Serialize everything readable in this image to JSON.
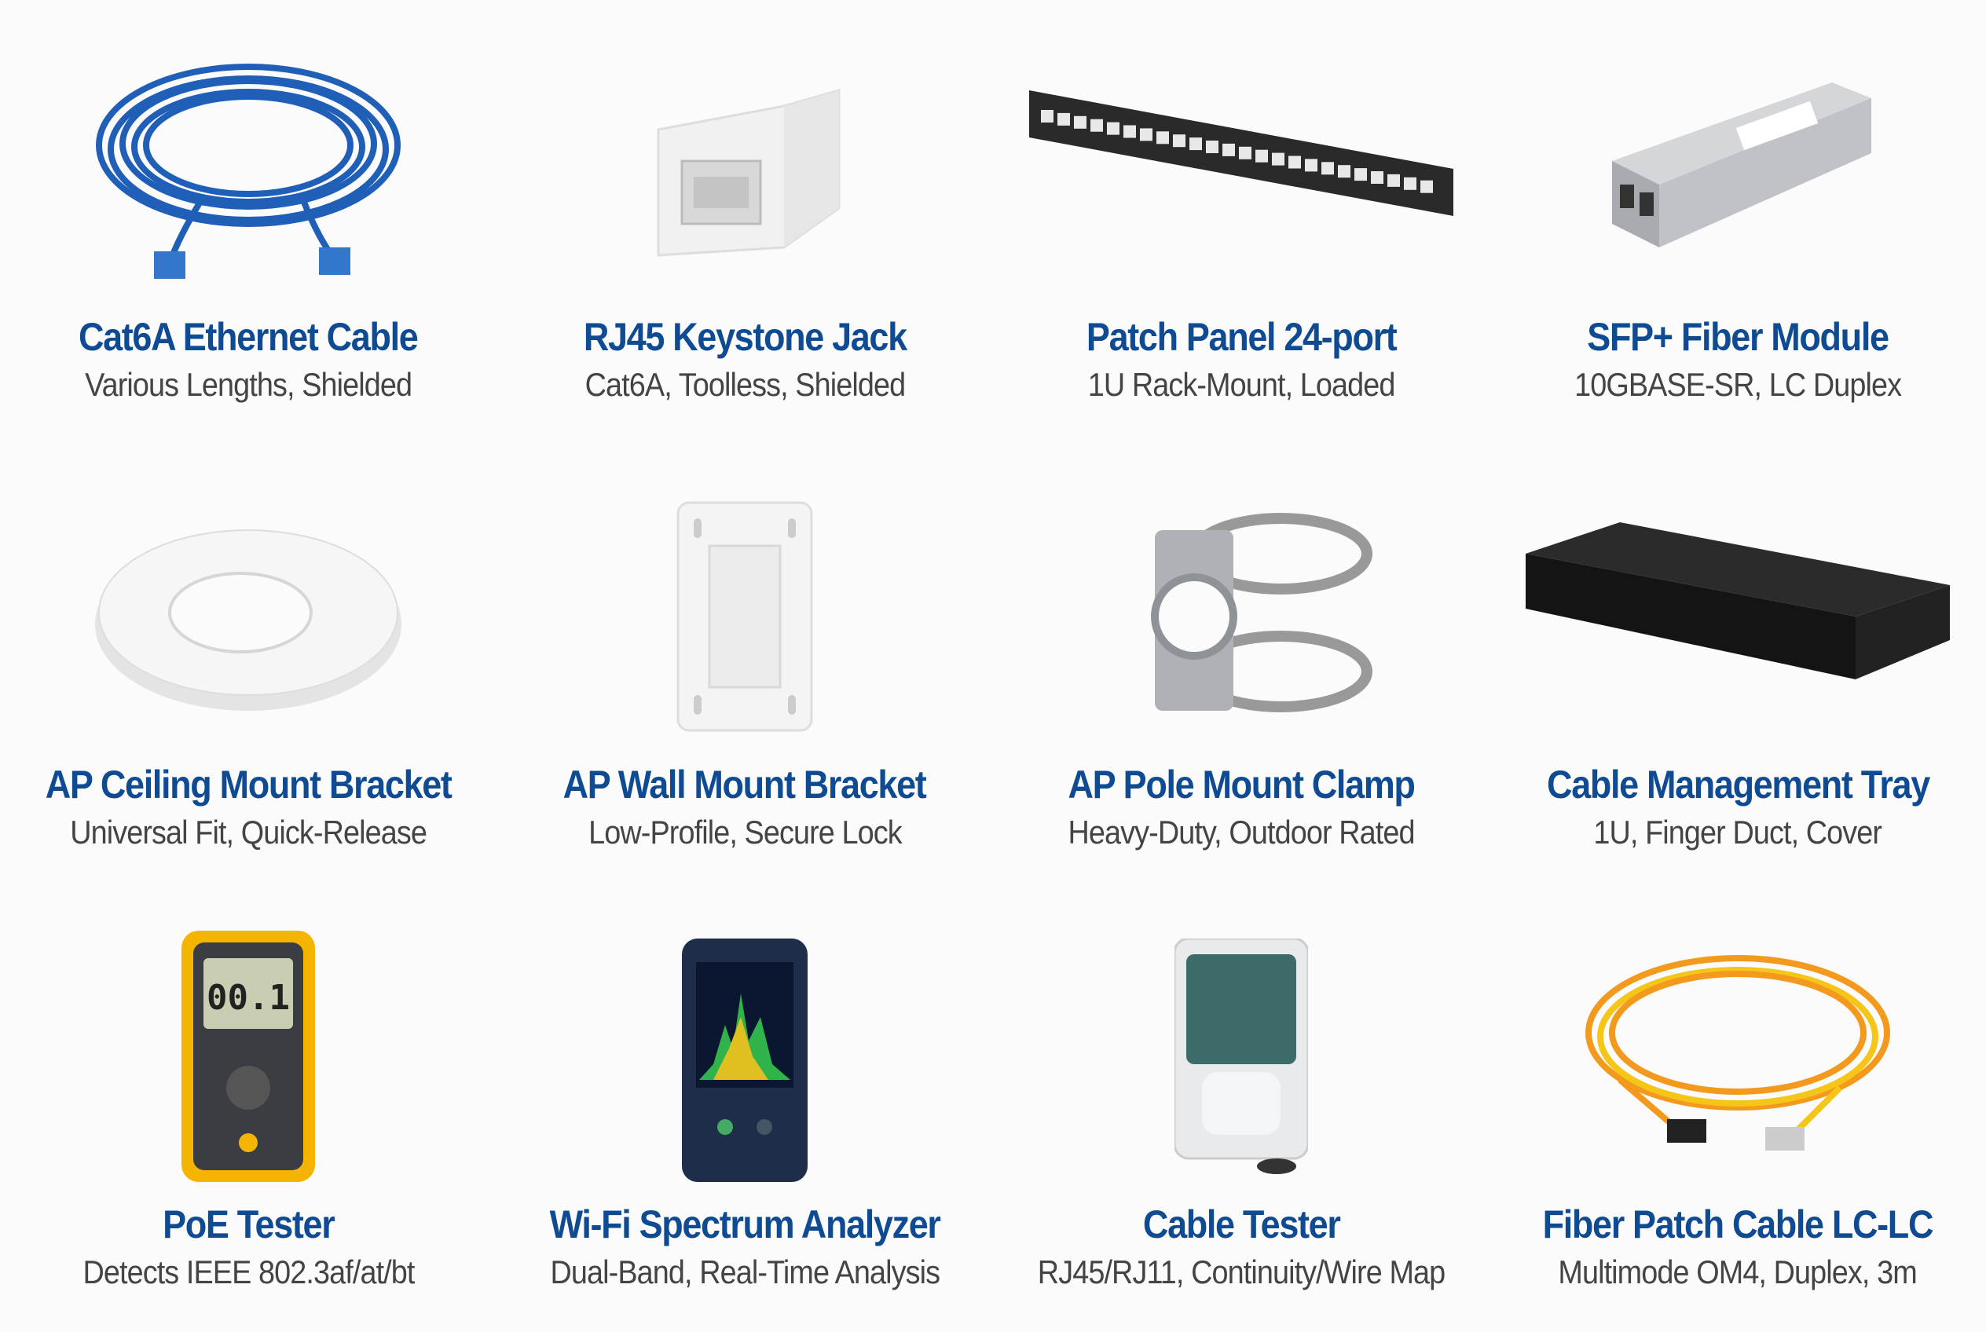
{
  "products": [
    {
      "title": "Cat6A Ethernet Cable",
      "subtitle": "Various Lengths, Shielded",
      "icon": "ethernet-cable-icon",
      "color": "#1f5fb8"
    },
    {
      "title": "RJ45 Keystone Jack",
      "subtitle": "Cat6A, Toolless, Shielded",
      "icon": "keystone-jack-icon",
      "color": "#f2f2f2"
    },
    {
      "title": "Patch Panel 24-port",
      "subtitle": "1U Rack-Mount, Loaded",
      "icon": "patch-panel-icon",
      "color": "#222222"
    },
    {
      "title": "SFP+ Fiber Module",
      "subtitle": "10GBASE-SR, LC Duplex",
      "icon": "sfp-module-icon",
      "color": "#b9bcc0"
    },
    {
      "title": "AP Ceiling Mount Bracket",
      "subtitle": "Universal Fit, Quick-Release",
      "icon": "ceiling-bracket-icon",
      "color": "#f4f4f4"
    },
    {
      "title": "AP Wall Mount Bracket",
      "subtitle": "Low-Profile, Secure Lock",
      "icon": "wall-bracket-icon",
      "color": "#f4f4f4"
    },
    {
      "title": "AP Pole Mount Clamp",
      "subtitle": "Heavy-Duty, Outdoor Rated",
      "icon": "pole-clamp-icon",
      "color": "#a9acb0"
    },
    {
      "title": "Cable Management Tray",
      "subtitle": "1U, Finger Duct, Cover",
      "icon": "cable-tray-icon",
      "color": "#1c1c1c"
    },
    {
      "title": "PoE Tester",
      "subtitle": "Detects IEEE 802.3af/at/bt",
      "icon": "poe-tester-icon",
      "color": "#f5b400",
      "display": "00.1"
    },
    {
      "title": "Wi-Fi Spectrum Analyzer",
      "subtitle": "Dual-Band, Real-Time Analysis",
      "icon": "spectrum-analyzer-icon",
      "color": "#1d2d4a"
    },
    {
      "title": "Cable Tester",
      "subtitle": "RJ45/RJ11, Continuity/Wire Map",
      "icon": "cable-tester-icon",
      "color": "#e8eaec"
    },
    {
      "title": "Fiber Patch Cable LC-LC",
      "subtitle": "Multimode OM4, Duplex, 3m",
      "icon": "fiber-patch-cable-icon",
      "color": "#f39a1e"
    }
  ],
  "colors": {
    "title": "#0f4b93",
    "subtitle": "#444444",
    "background": "#fbfbfb"
  }
}
